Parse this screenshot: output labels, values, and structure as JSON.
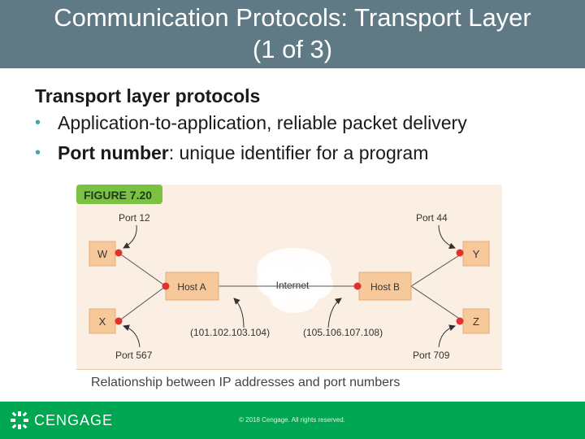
{
  "slide": {
    "title_line1": "Communication Protocols: Transport Layer",
    "title_line2": "(1 of 3)"
  },
  "content": {
    "heading": "Transport layer protocols",
    "bullets": [
      {
        "bold": "",
        "text": "Application-to-application, reliable packet delivery"
      },
      {
        "bold": "Port number",
        "text": ": unique identifier for a program"
      }
    ]
  },
  "figure": {
    "label": "FIGURE 7.20",
    "caption": "Relationship between IP addresses and port numbers",
    "nodes": {
      "w": "W",
      "x": "X",
      "y": "Y",
      "z": "Z",
      "host_a": "Host A",
      "host_b": "Host B",
      "internet": "Internet"
    },
    "ports": {
      "p12": "Port 12",
      "p44": "Port 44",
      "p567": "Port 567",
      "p709": "Port 709"
    },
    "ips": {
      "a": "(101.102.103.104)",
      "b": "(105.106.107.108)"
    }
  },
  "colors": {
    "title_bar": "#607a85",
    "footer": "#00a651",
    "figure_bg": "#fbeee2",
    "box_fill": "#f7c89a",
    "dot_red": "#e0322d",
    "label_green": "#7cc242"
  },
  "footer": {
    "brand": "CENGAGE",
    "copyright": "© 2018 Cengage. All rights reserved."
  }
}
